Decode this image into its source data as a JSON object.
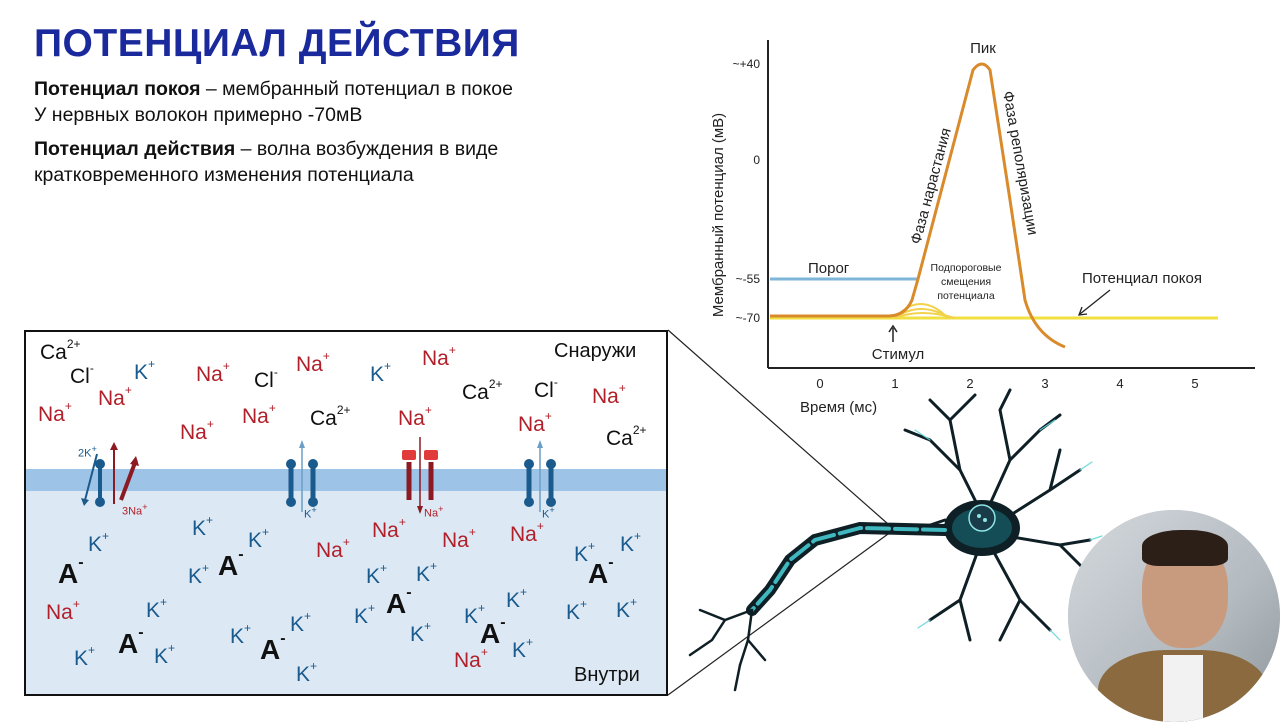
{
  "slide": {
    "title": "ПОТЕНЦИАЛ ДЕЙСТВИЯ",
    "line1_bold": "Потенциал покоя",
    "line1_rest": " – мембранный потенциал в покое",
    "line2": "У нервных волокон примерно -70мВ",
    "line3_bold": "Потенциал действия",
    "line3_rest": " – волна возбуждения в виде",
    "line4": "кратковременного изменения потенциала"
  },
  "chart": {
    "ylabel": "Мембранный потенциал (мВ)",
    "xlabel": "Время (мс)",
    "yticks": [
      "~+40",
      "0",
      "~-55",
      "~-70"
    ],
    "xticks": [
      "0",
      "1",
      "2",
      "3",
      "4",
      "5"
    ],
    "peak": "Пик",
    "threshold": "Порог",
    "rising": "Фаза нарастания",
    "repol": "Фаза реполяризации",
    "subthreshold": [
      "Подпороговые",
      "смещения",
      "потенциала"
    ],
    "stimulus": "Стимул",
    "resting": "Потенциал покоя"
  },
  "chart_data": {
    "type": "line",
    "xlabel": "Время (мс)",
    "ylabel": "Мембранный потенциал (мВ)",
    "xlim": [
      -0.6,
      5.8
    ],
    "ylim": [
      -85,
      50
    ],
    "series": [
      {
        "x": [
          -0.6,
          1.0,
          1.2,
          1.3,
          1.35,
          2.1,
          2.15,
          2.2,
          2.5,
          2.65,
          2.75,
          2.9,
          3.3
        ],
        "y": [
          -70,
          -70,
          -66,
          -58,
          -55,
          38,
          40,
          38,
          -20,
          -55,
          -70,
          -76,
          -78
        ]
      }
    ],
    "threshold_line": {
      "x": [
        -0.6,
        1.35
      ],
      "y": [
        -55,
        -55
      ]
    },
    "resting_line": {
      "x": [
        -0.6,
        5.3
      ],
      "y": [
        -70,
        -70
      ]
    }
  },
  "membrane": {
    "outside": "Снаружи",
    "inside": "Внутри",
    "pump_k": "2K",
    "pump_na": "3Na",
    "chan_k": "K",
    "chan_na": "Na",
    "plus": "+",
    "two_plus": "2+",
    "minus": "-",
    "ions": {
      "na": "Na",
      "k": "K",
      "ca": "Ca",
      "cl": "Cl",
      "a": "A"
    }
  },
  "colors": {
    "title": "#1a2a9c",
    "na": "#b0202a",
    "k": "#1a5a8c",
    "action": "#d98a2b",
    "threshold": "#7fb5d9",
    "rest": "#f0e040",
    "membrane": "#9dc3e6",
    "inside": "#dce9f5"
  }
}
